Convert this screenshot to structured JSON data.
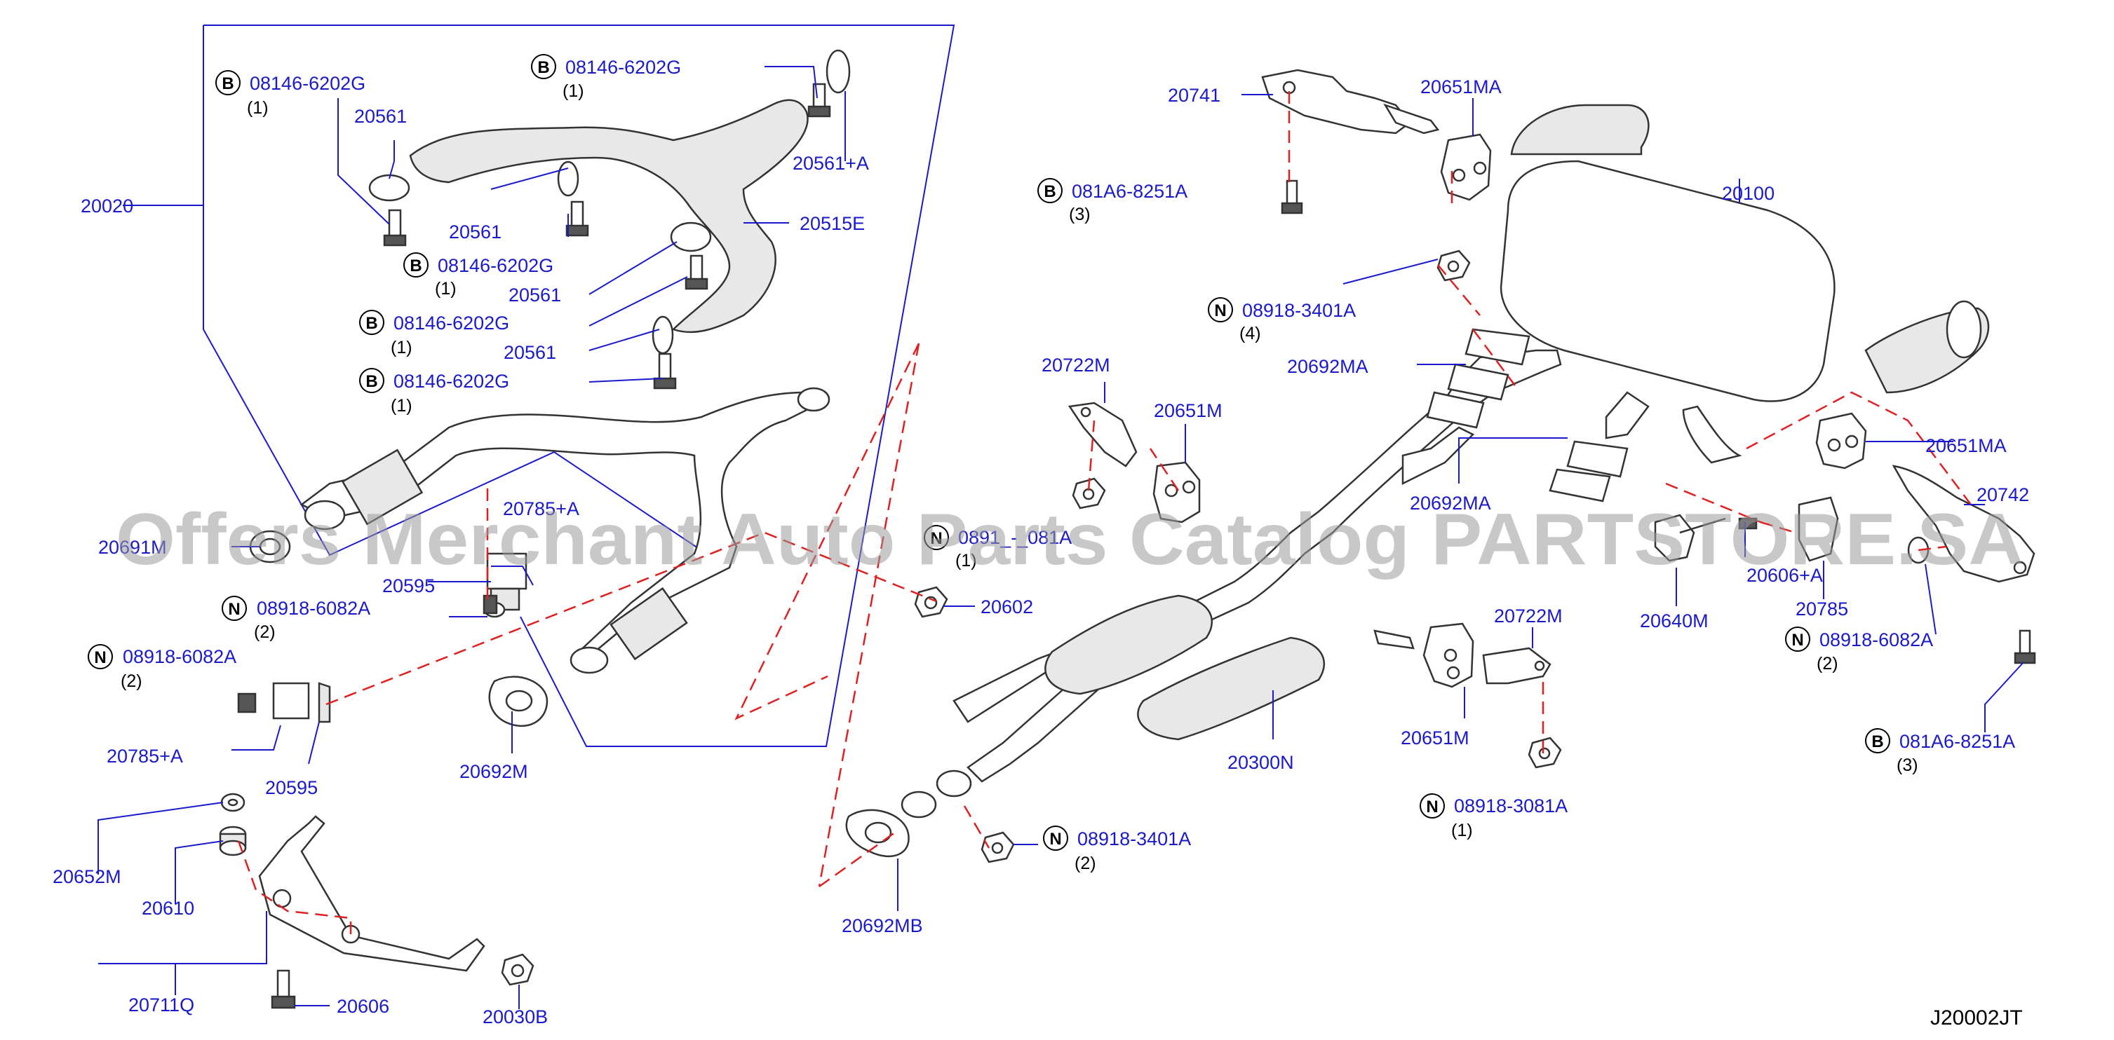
{
  "watermark": "Offers Merchant Auto Parts Catalog PARTSTORE.SA",
  "diagram_code": "J20002JT",
  "labels": {
    "p20020": "20020",
    "p20561_a": "20561",
    "p20561_b": "20561",
    "p20561_c": "20561",
    "p20561_d": "20561",
    "p20561pa": "20561+A",
    "p20515e": "20515E",
    "p20691m": "20691M",
    "p20785pa_a": "20785+A",
    "p20595_a": "20595",
    "p20785pa_b": "20785+A",
    "p20595_b": "20595",
    "p20692m": "20692M",
    "p20602": "20602",
    "p20652m": "20652M",
    "p20610": "20610",
    "p20711q": "20711Q",
    "p20606": "20606",
    "p20030b": "20030B",
    "p20692mb": "20692MB",
    "p20741": "20741",
    "p20651ma_a": "20651MA",
    "p20100": "20100",
    "p20722m_a": "20722M",
    "p20651m_a": "20651M",
    "p20692ma_a": "20692MA",
    "p20692ma_b": "20692MA",
    "p20300n": "20300N",
    "p20651m_b": "20651M",
    "p20722m_b": "20722M",
    "p20651ma_b": "20651MA",
    "p20742": "20742",
    "p20606pa": "20606+A",
    "p20640m": "20640M",
    "p20785": "20785"
  },
  "fasteners": [
    {
      "marker": "B",
      "code": "08146-6202G",
      "qty": "(1)"
    },
    {
      "marker": "B",
      "code": "08146-6202G",
      "qty": "(1)"
    },
    {
      "marker": "B",
      "code": "08146-6202G",
      "qty": "(1)"
    },
    {
      "marker": "B",
      "code": "08146-6202G",
      "qty": "(1)"
    },
    {
      "marker": "B",
      "code": "08146-6202G",
      "qty": "(1)"
    },
    {
      "marker": "N",
      "code": "08918-6082A",
      "qty": "(2)"
    },
    {
      "marker": "N",
      "code": "08918-6082A",
      "qty": "(2)"
    },
    {
      "marker": "N",
      "code": "0891_-_081A",
      "qty": "(1)"
    },
    {
      "marker": "B",
      "code": "081A6-8251A",
      "qty": "(3)"
    },
    {
      "marker": "N",
      "code": "08918-3401A",
      "qty": "(4)"
    },
    {
      "marker": "N",
      "code": "08918-3401A",
      "qty": "(2)"
    },
    {
      "marker": "N",
      "code": "08918-3081A",
      "qty": "(1)"
    },
    {
      "marker": "N",
      "code": "08918-6082A",
      "qty": "(2)"
    },
    {
      "marker": "B",
      "code": "081A6-8251A",
      "qty": "(3)"
    }
  ]
}
